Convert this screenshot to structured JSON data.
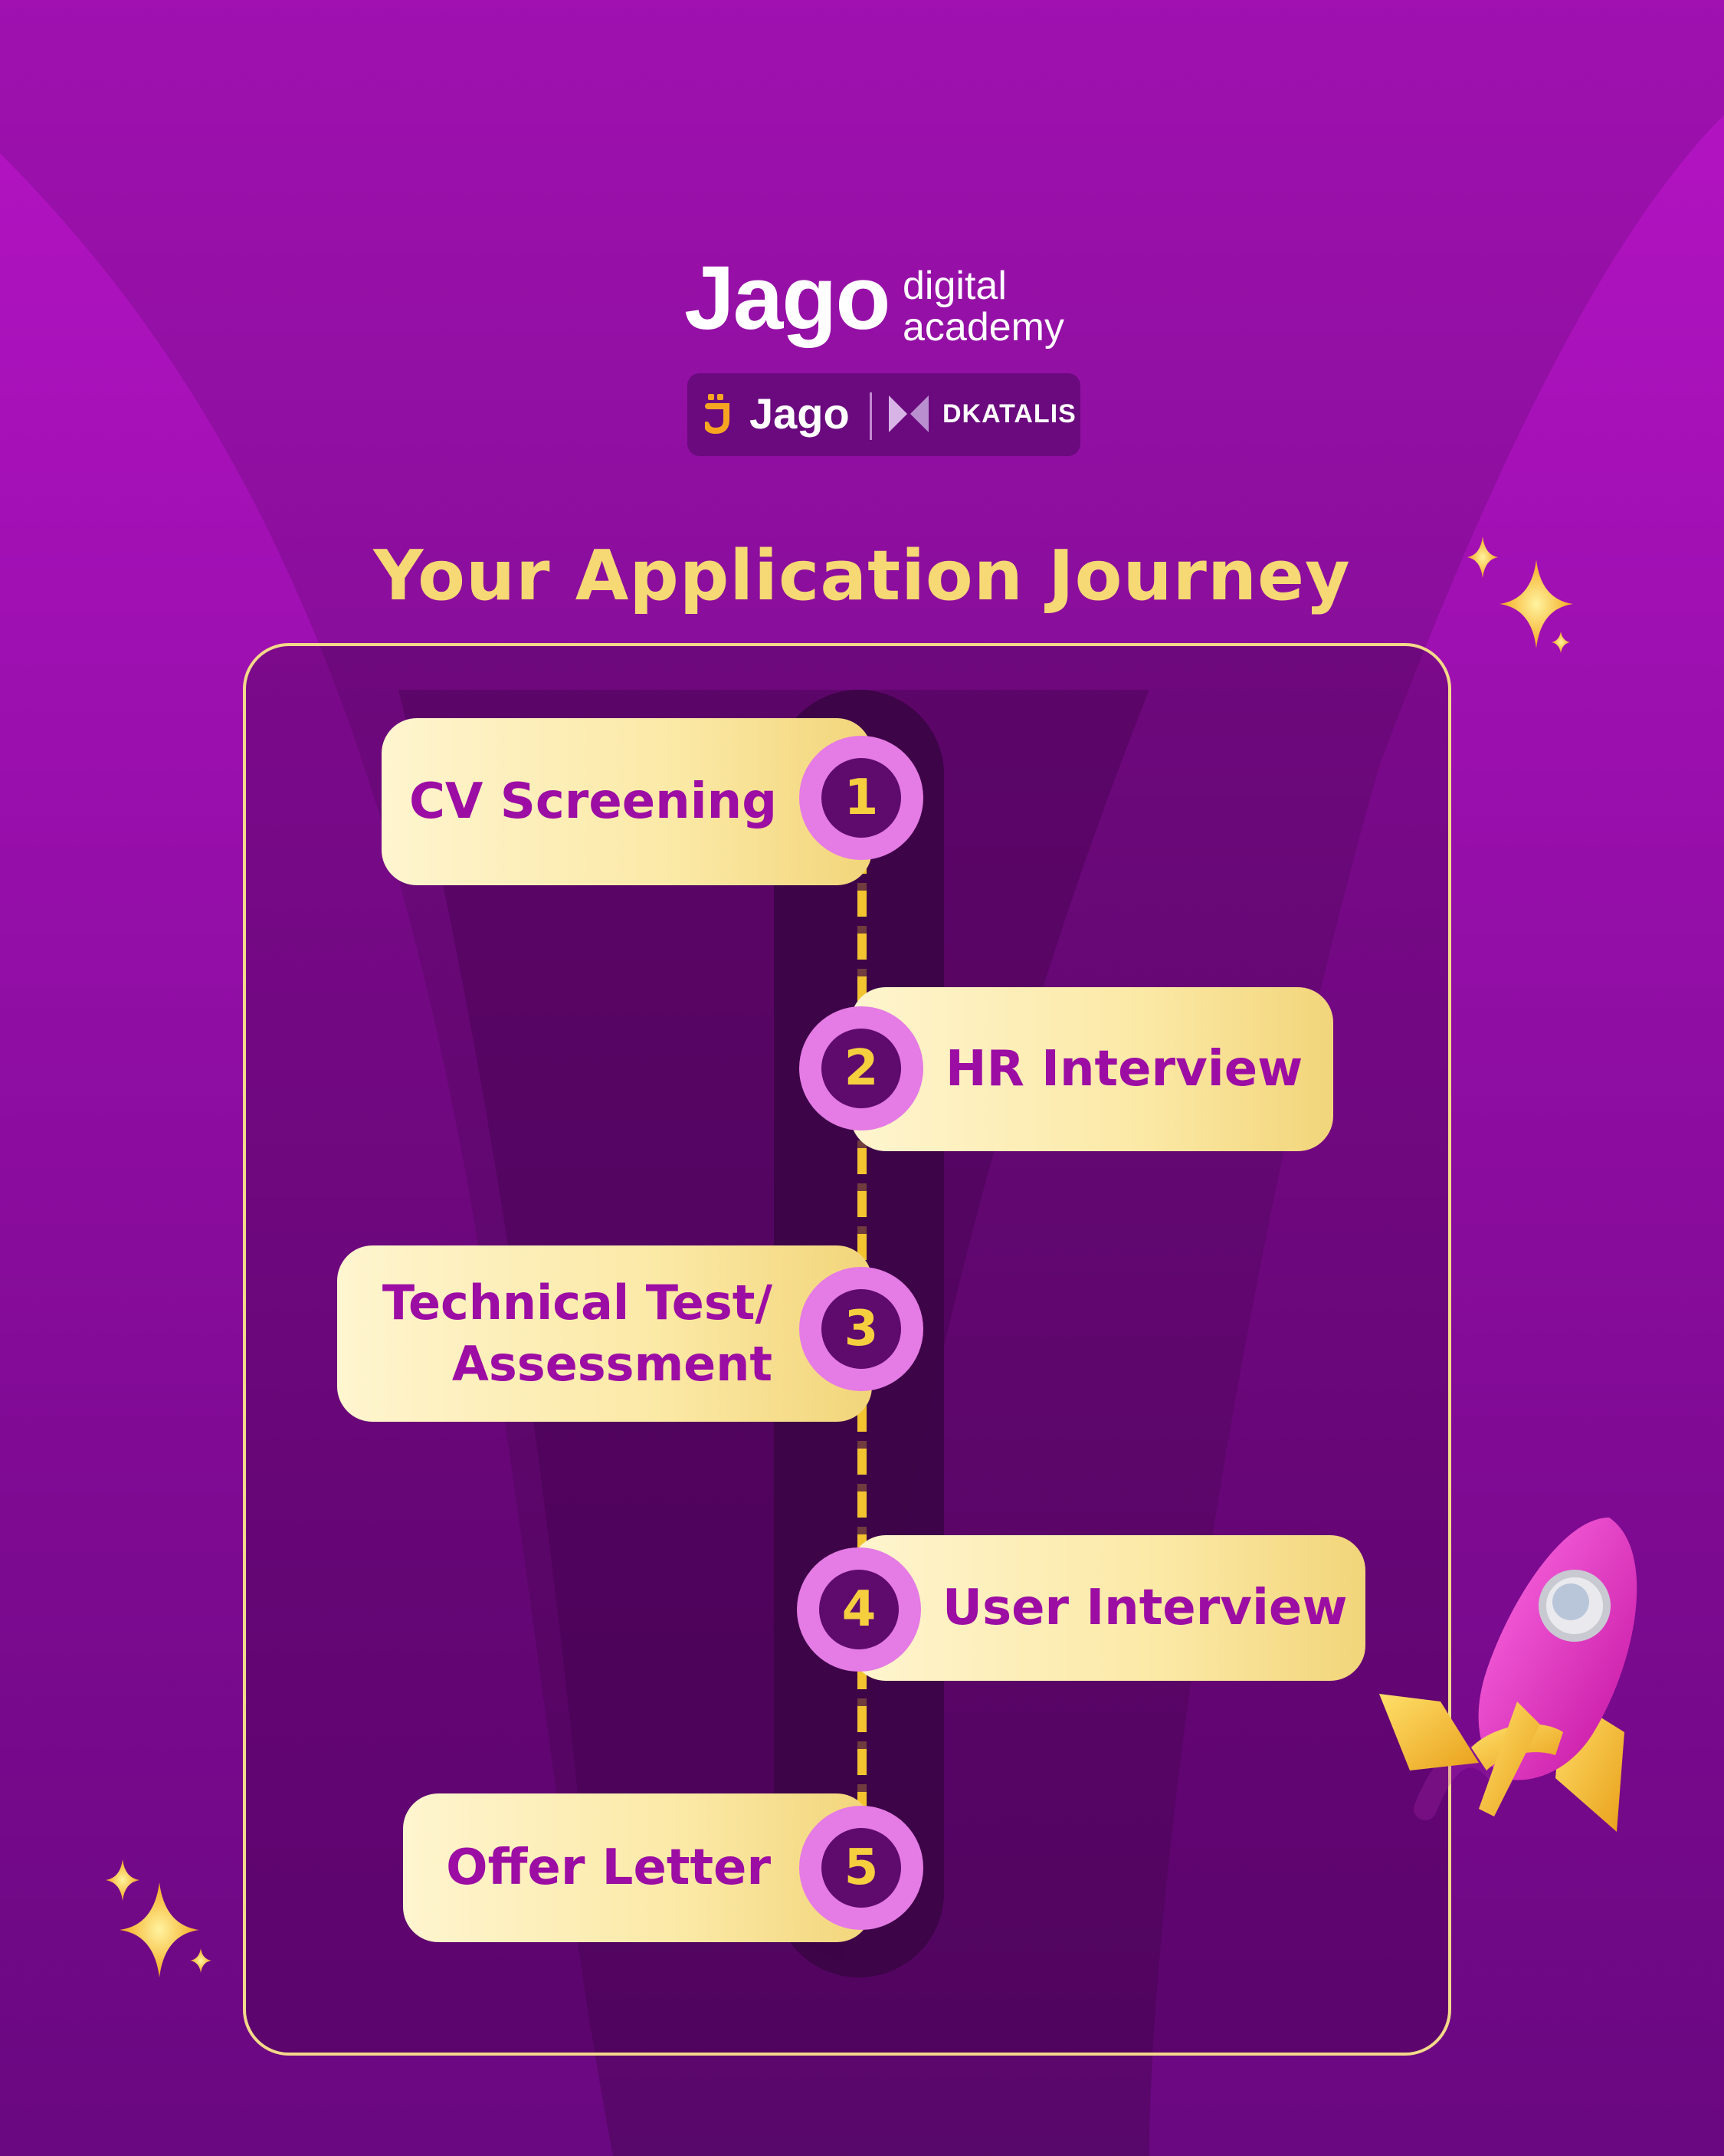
{
  "header": {
    "brand_main": "Jago",
    "brand_sub_line1": "digital",
    "brand_sub_line2": "academy",
    "partner_jago": "Jago",
    "partner_dkatalis": "DKATALIS"
  },
  "title": "Your Application Journey",
  "steps": [
    {
      "number": "1",
      "label": "CV Screening"
    },
    {
      "number": "2",
      "label": "HR Interview"
    },
    {
      "number": "3",
      "label_line1": "Technical Test/",
      "label_line2": "Assessment"
    },
    {
      "number": "4",
      "label": "User Interview"
    },
    {
      "number": "5",
      "label": "Offer Letter"
    }
  ],
  "colors": {
    "background": "#b614c4",
    "title": "#f6d874",
    "step_text": "#9c0da4",
    "badge_ring": "#e57be5",
    "badge_core": "#5e0b6d",
    "number": "#f6cf3f",
    "connector": "#f4c430"
  },
  "decorations": [
    "sparkle-icon",
    "rocket-icon"
  ]
}
